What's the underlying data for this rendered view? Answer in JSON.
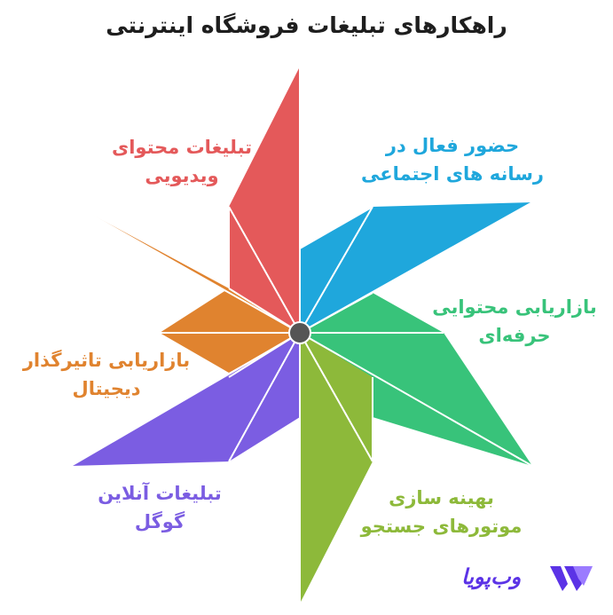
{
  "title": "راهکارهای تبلیغات فروشگاه اینترنتی",
  "brand": {
    "name": "وب‌پویا",
    "logo_color": "#5b33e6",
    "logo_accent": "#9b7bff"
  },
  "hub_color": "#555555",
  "blades": [
    {
      "id": "video",
      "color": "#e4595a",
      "line1": "تبلیغات محتوای",
      "line2": "ویدیویی"
    },
    {
      "id": "social",
      "color": "#1fa7dc",
      "line1": "حضور فعال در",
      "line2": "رسانه های اجتماعی"
    },
    {
      "id": "content",
      "color": "#38c37a",
      "line1": "بازاریابی محتوایی",
      "line2": "حرفه‌ای"
    },
    {
      "id": "seo",
      "color": "#8db93a",
      "line1": "بهینه سازی",
      "line2": "موتورهای جستجو"
    },
    {
      "id": "google",
      "color": "#7b5de2",
      "line1": "تبلیغات آنلاین",
      "line2": "گوگل"
    },
    {
      "id": "digital",
      "color": "#e0832f",
      "line1": "بازاریابی تاثیرگذار",
      "line2": "دیجیتال"
    }
  ]
}
